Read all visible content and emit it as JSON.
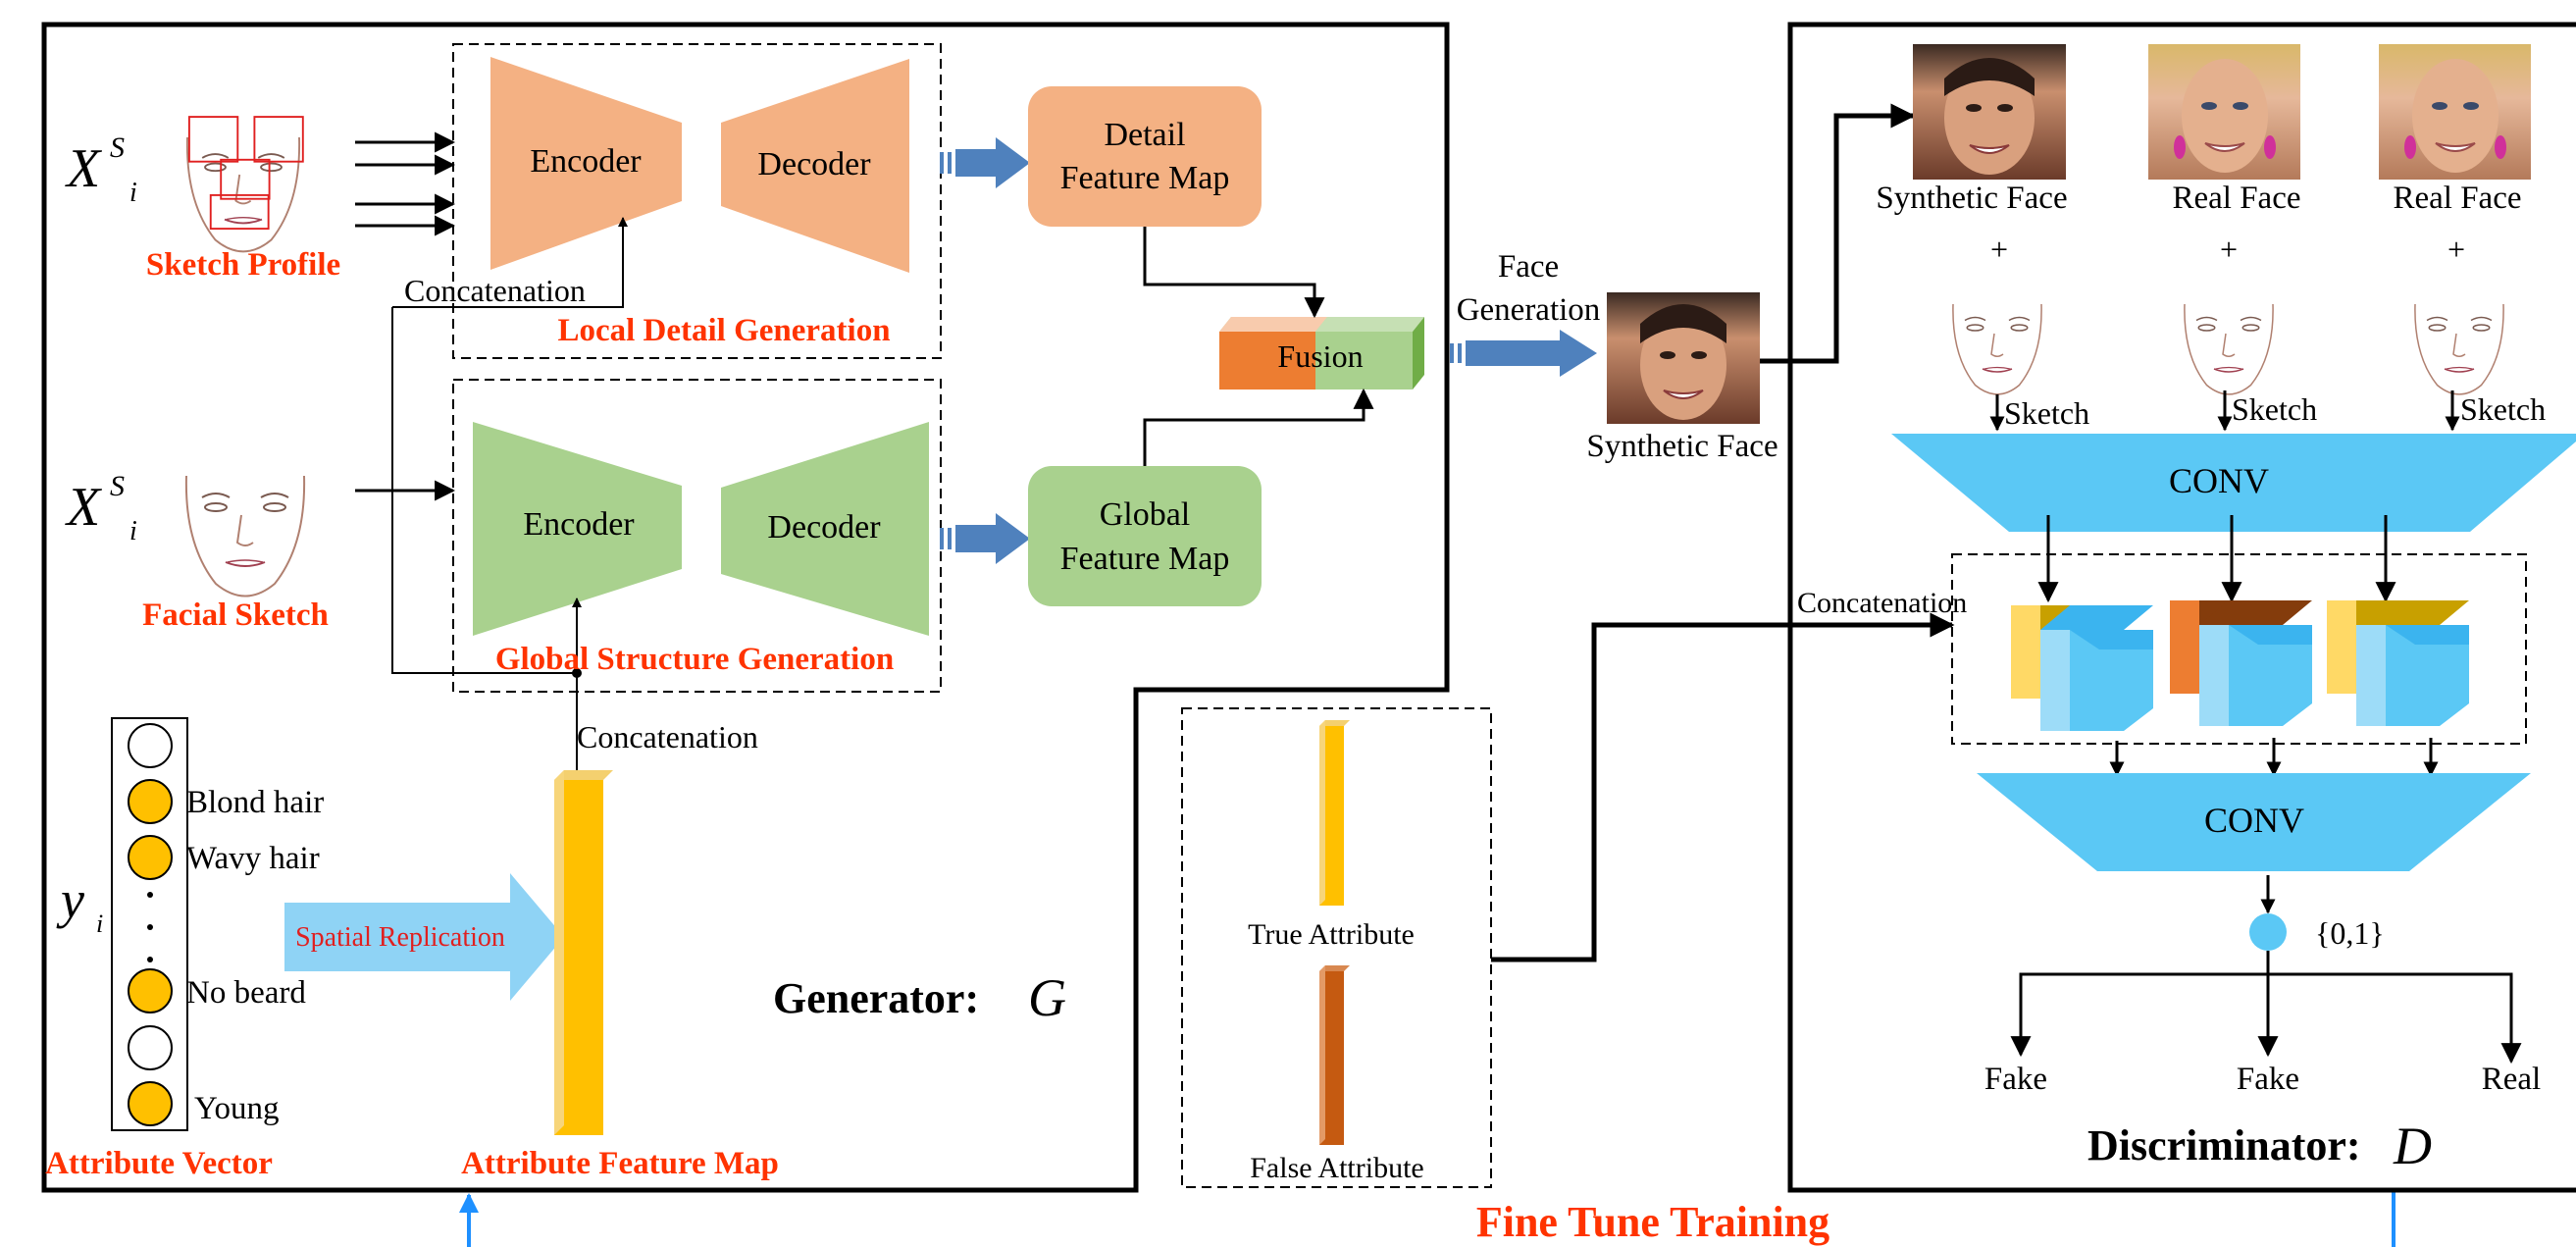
{
  "generator": {
    "x_label": "X",
    "x_sup": "S",
    "x_sub": "i",
    "sketch_profile": "Sketch Profile",
    "facial_sketch": "Facial Sketch",
    "encoder": "Encoder",
    "decoder": "Decoder",
    "concatenation": "Concatenation",
    "local_detail": "Local Detail Generation",
    "global_structure": "Global Structure Generation",
    "detail_map_line1": "Detail",
    "detail_map_line2": "Feature Map",
    "global_map_line1": "Global",
    "global_map_line2": "Feature Map",
    "fusion": "Fusion",
    "title": "Generator:",
    "title_symbol": "G",
    "y_label": "y",
    "y_sub": "i",
    "attributes": [
      "Blond hair",
      "Wavy hair",
      "No beard",
      "Young"
    ],
    "attribute_vector": "Attribute Vector",
    "spatial_replication": "Spatial Replication",
    "attribute_feature_map": "Attribute Feature Map"
  },
  "middle": {
    "face_generation_line1": "Face",
    "face_generation_line2": "Generation",
    "synthetic_face": "Synthetic Face",
    "true_attribute": "True Attribute",
    "false_attribute": "False Attribute",
    "fine_tune": "Fine Tune Training"
  },
  "discriminator": {
    "faces": [
      "Synthetic Face",
      "Real Face",
      "Real Face"
    ],
    "plus": "+",
    "sketch": "Sketch",
    "conv": "CONV",
    "concatenation": "Concatenation",
    "binary": "{0,1}",
    "outputs": [
      "Fake",
      "Fake",
      "Real"
    ],
    "title": "Discriminator:",
    "title_symbol": "D"
  },
  "colors": {
    "orange_block": "#F4B183",
    "green_block": "#A9D18E",
    "arrow_blue": "#4F81BD",
    "light_blue": "#5BC8F5",
    "attr_yellow": "#FFC000",
    "red_label": "#FF3300"
  }
}
